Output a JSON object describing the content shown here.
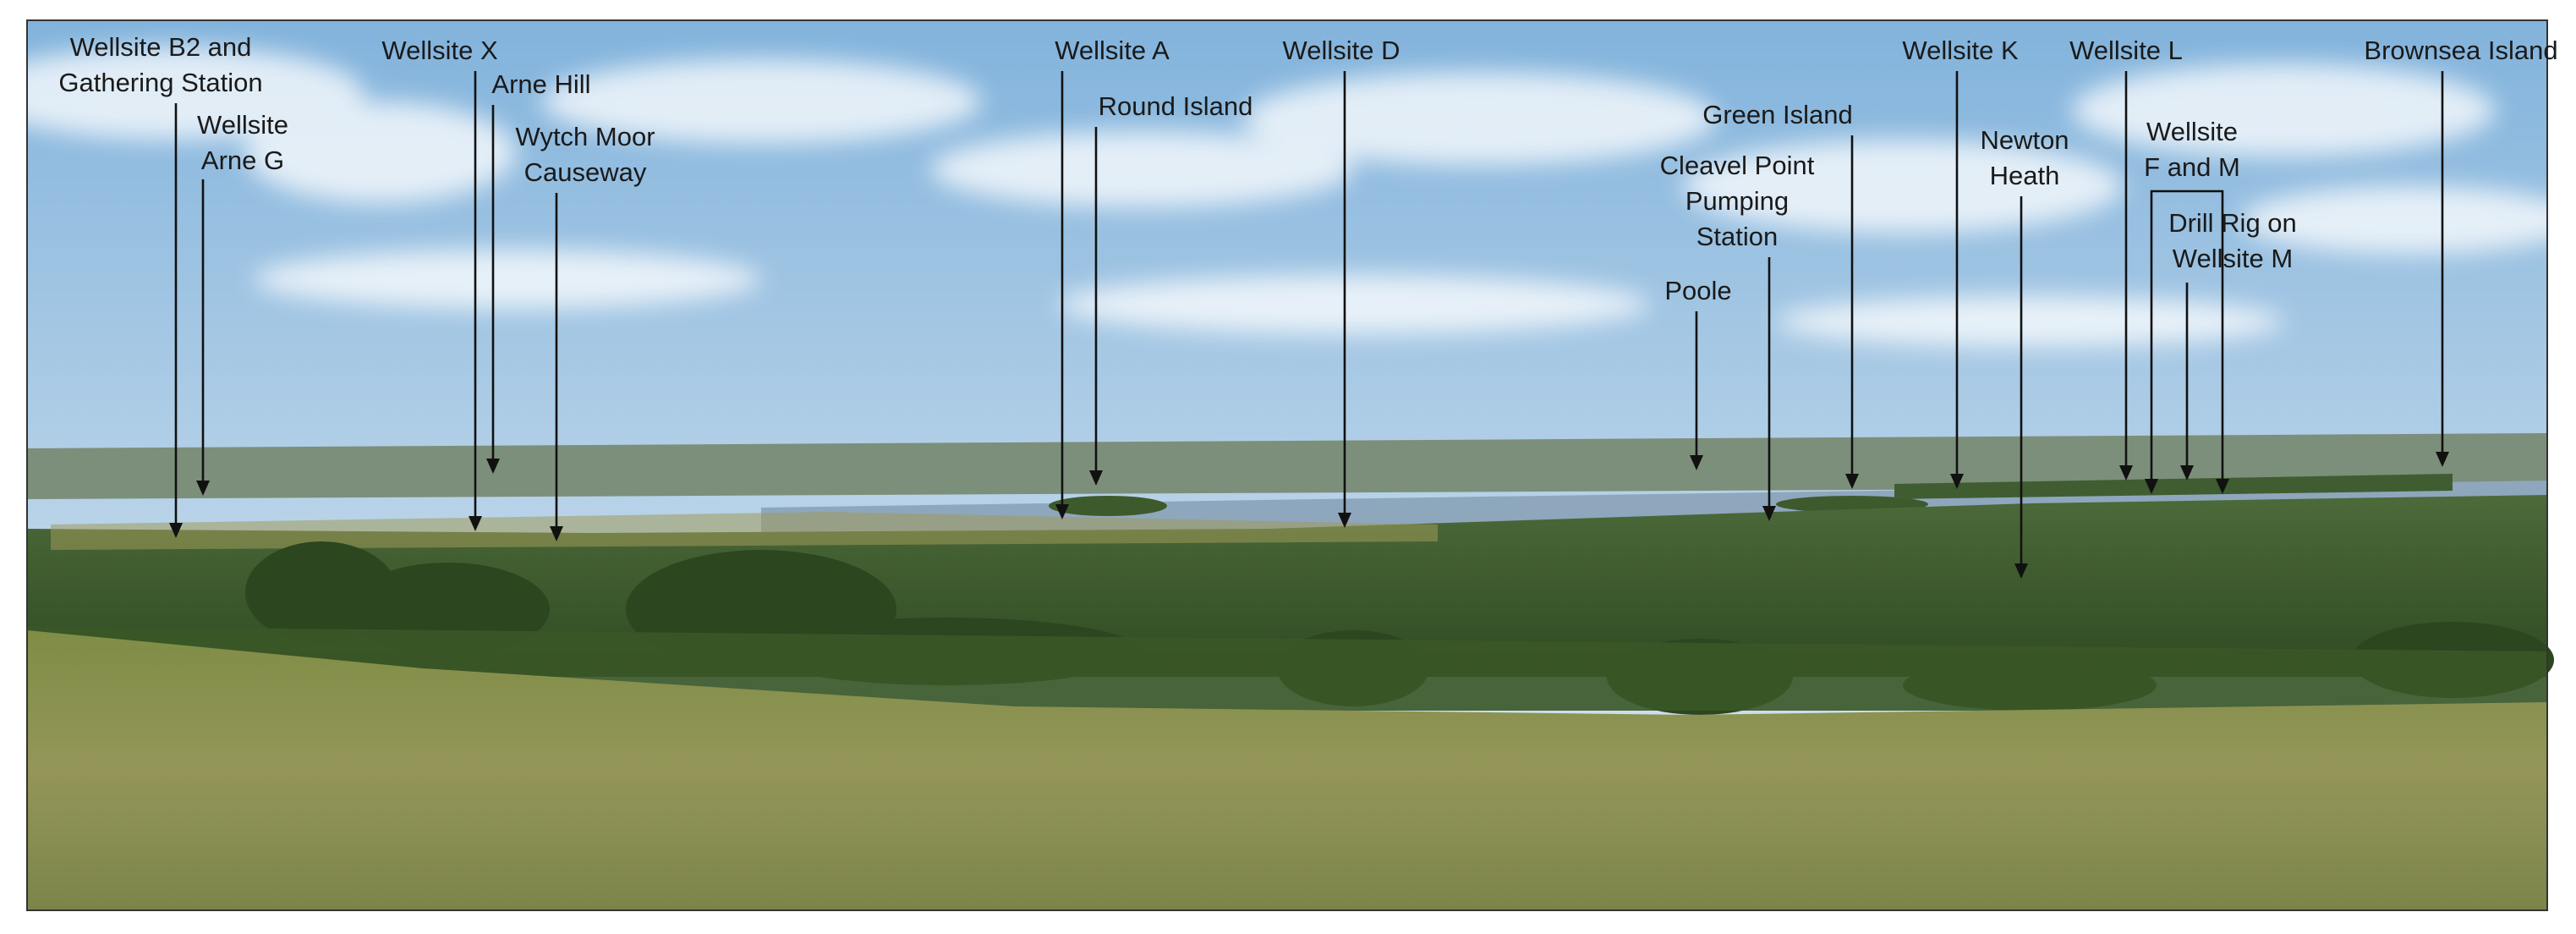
{
  "labels": {
    "wellsite_b2": [
      "Wellsite B2 and",
      "Gathering Station"
    ],
    "wellsite_arne_g": [
      "Wellsite",
      "Arne G"
    ],
    "wellsite_x": [
      "Wellsite X"
    ],
    "arne_hill": [
      "Arne Hill"
    ],
    "wytch_moor": [
      "Wytch Moor",
      "Causeway"
    ],
    "wellsite_a": [
      "Wellsite A"
    ],
    "round_island": [
      "Round Island"
    ],
    "wellsite_d": [
      "Wellsite D"
    ],
    "green_island": [
      "Green Island"
    ],
    "cleavel_point": [
      "Cleavel Point",
      "Pumping",
      "Station"
    ],
    "poole": [
      "Poole"
    ],
    "wellsite_k": [
      "Wellsite K"
    ],
    "newton_heath": [
      "Newton",
      "Heath"
    ],
    "wellsite_l": [
      "Wellsite L"
    ],
    "wellsite_f_m": [
      "Wellsite",
      "F and M"
    ],
    "drill_rig": [
      "Drill Rig on",
      "Wellsite M"
    ],
    "brownsea_island": [
      "Brownsea Island"
    ]
  },
  "colors": {
    "sky_top": "#7fb2dd",
    "sky_bottom": "#d9e8f3",
    "water": "#8ea7bd",
    "forest": "#3d5a2c",
    "hedge": "#2f4a22",
    "grass": "#8c9150"
  }
}
